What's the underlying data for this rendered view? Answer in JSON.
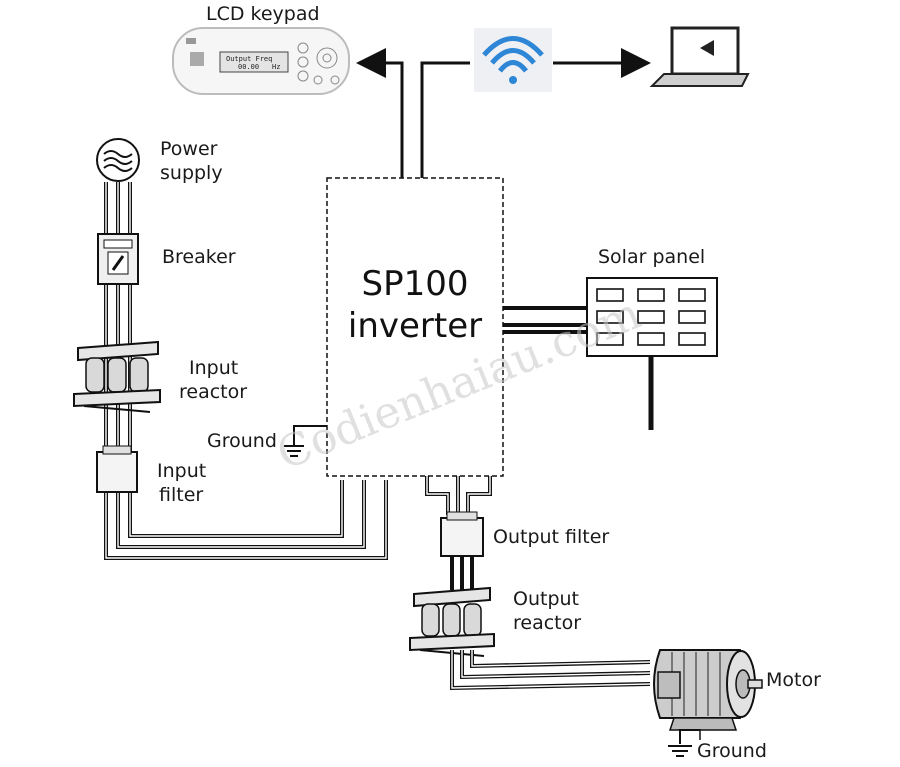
{
  "labels": {
    "lcd_keypad": "LCD keypad",
    "power_supply_line1": "Power",
    "power_supply_line2": "supply",
    "breaker": "Breaker",
    "input_reactor_line1": "Input",
    "input_reactor_line2": "reactor",
    "ground_left": "Ground",
    "input_filter_line1": "Input",
    "input_filter_line2": "filter",
    "inverter_line1": "SP100",
    "inverter_line2": "inverter",
    "solar_panel": "Solar panel",
    "output_filter": "Output filter",
    "output_reactor_line1": "Output",
    "output_reactor_line2": "reactor",
    "motor": "Motor",
    "ground_bottom": "Ground"
  },
  "lcd_display": {
    "line1": "Output Freq",
    "line2a": "00.00",
    "line2b": "Hz"
  },
  "watermark": "Codienhaiau.com"
}
